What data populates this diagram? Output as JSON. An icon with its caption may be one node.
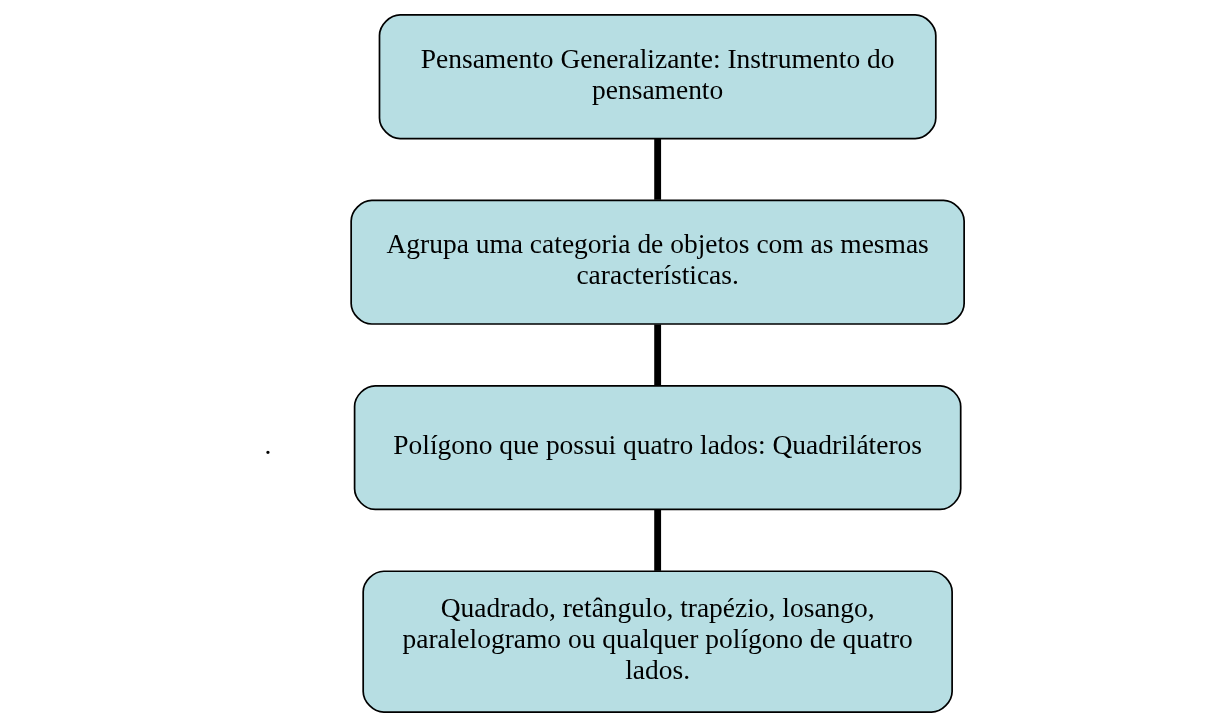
{
  "diagram": {
    "nodes": [
      {
        "text": [
          "Pensamento Generalizante: Instrumento do pensamento"
        ]
      },
      {
        "text": [
          "Agrupa uma categoria de objetos com as mesmas características."
        ]
      },
      {
        "text": [
          "Polígono que possui quatro lados: Quadriláteros"
        ]
      },
      {
        "text": [
          "Quadrado, retângulo, trapézio, losango, paralelogramo ou qualquer polígono de quatro lados."
        ]
      }
    ],
    "edges": [
      {
        "from": 0,
        "to": 1,
        "arrow": "none"
      },
      {
        "from": 1,
        "to": 2,
        "arrow": "none"
      },
      {
        "from": 2,
        "to": 3,
        "arrow": "none"
      }
    ],
    "labels": [
      "."
    ]
  }
}
